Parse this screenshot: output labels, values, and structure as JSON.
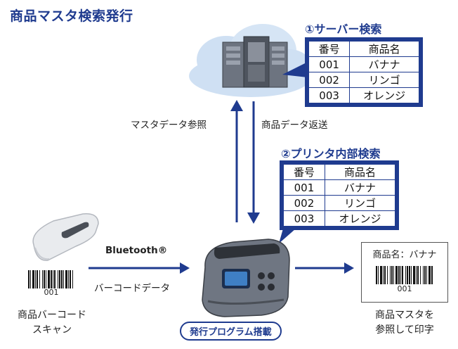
{
  "title": "商品マスタ検索発行",
  "server_search": {
    "title": "①サーバー検索",
    "headers": [
      "番号",
      "商品名"
    ],
    "rows": [
      [
        "001",
        "バナナ"
      ],
      [
        "002",
        "リンゴ"
      ],
      [
        "003",
        "オレンジ"
      ]
    ]
  },
  "printer_search": {
    "title": "②プリンタ内部検索",
    "headers": [
      "番号",
      "商品名"
    ],
    "rows": [
      [
        "001",
        "バナナ"
      ],
      [
        "002",
        "リンゴ"
      ],
      [
        "003",
        "オレンジ"
      ]
    ]
  },
  "arrows": {
    "up_label": "マスタデータ参照",
    "down_label": "商品データ返送",
    "bluetooth_label": "Bluetooth®",
    "barcode_data_label": "バーコードデータ"
  },
  "scanner": {
    "barcode_number": "001",
    "caption_line1": "商品バーコード",
    "caption_line2": "スキャン"
  },
  "printer": {
    "badge": "発行プログラム搭載"
  },
  "label_output": {
    "label_text": "商品名：バナナ",
    "barcode_number": "001",
    "caption_line1": "商品マスタを",
    "caption_line2": "参照して印字"
  },
  "colors": {
    "accent": "#1f3b8f",
    "cloud": "#c9dcf1"
  }
}
